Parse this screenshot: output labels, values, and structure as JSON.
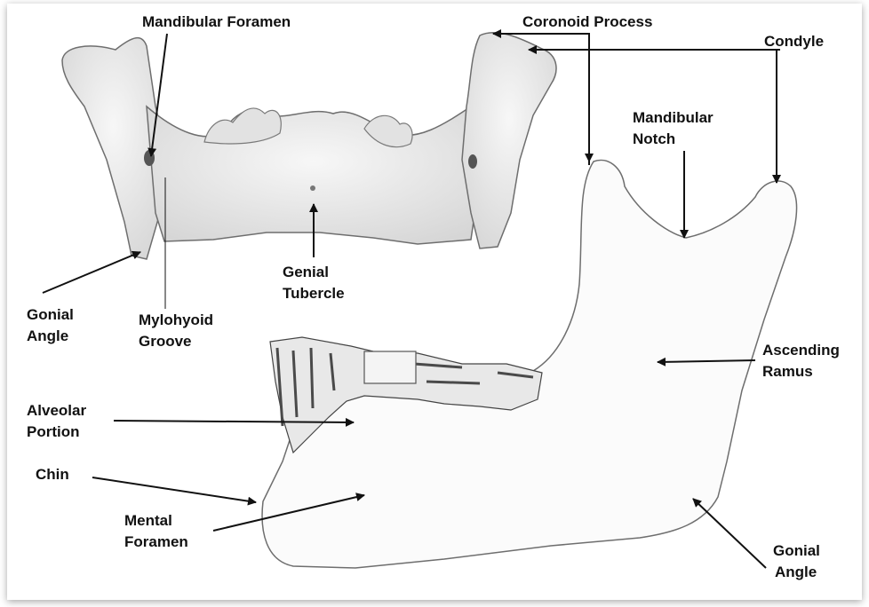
{
  "labels": {
    "mandibular_foramen": "Mandibular Foramen",
    "coronoid_process": "Coronoid Process",
    "condyle": "Condyle",
    "mandibular_notch_l1": "Mandibular",
    "mandibular_notch_l2": "Notch",
    "genial_tubercle_l1": "Genial",
    "genial_tubercle_l2": "Tubercle",
    "gonial_angle_top_l1": "Gonial",
    "gonial_angle_top_l2": "Angle",
    "mylohyoid_groove_l1": "Mylohyoid",
    "mylohyoid_groove_l2": "Groove",
    "ascending_ramus_l1": "Ascending",
    "ascending_ramus_l2": "Ramus",
    "alveolar_portion_l1": "Alveolar",
    "alveolar_portion_l2": "Portion",
    "chin": "Chin",
    "mental_foramen_l1": "Mental",
    "mental_foramen_l2": "Foramen",
    "gonial_angle_bottom_l1": "Gonial",
    "gonial_angle_bottom_l2": "Angle"
  },
  "colors": {
    "bone_fill": "#ededed",
    "bone_fill_lateral": "#fbfbfb",
    "bone_outline": "#6e6e6e",
    "teeth_dark": "#4a4a4a",
    "arrow": "#111111",
    "text": "#111111"
  }
}
